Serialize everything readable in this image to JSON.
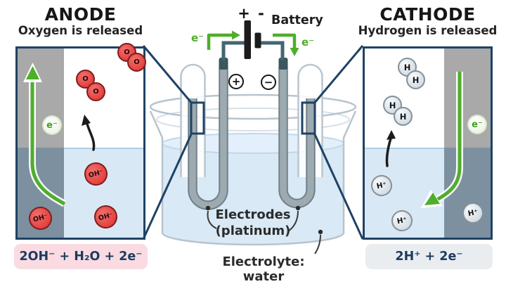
{
  "diagram": {
    "anode": {
      "title": "ANODE",
      "subtitle": "Oxygen is released",
      "electron": "e⁻",
      "formula": "2OH⁻ + H₂O + 2e⁻",
      "oxygen_atom": "O",
      "hydroxide_ion": "OH⁻"
    },
    "cathode": {
      "title": "CATHODE",
      "subtitle": "Hydrogen is released",
      "electron": "e⁻",
      "formula": "2H⁺ + 2e⁻",
      "hydrogen_atom": "H",
      "hydrogen_ion": "H⁺"
    },
    "battery": {
      "label": "Battery",
      "polarity": "+ -",
      "electron_left": "e⁻",
      "electron_right": "e⁻",
      "positive_terminal": "+",
      "negative_terminal": "−"
    },
    "labels": {
      "electrodes_line1": "Electrodes",
      "electrodes_line2": "(platinum)",
      "electrolyte": "Electrolyte: water"
    },
    "colors": {
      "accent_green": "#4fae2a",
      "panel_border_navy": "#1f4264",
      "oxygen_red": "#e6413f",
      "hydrogen_gray": "#dbe2e8",
      "water_blue": "#d8e8f4",
      "electrode_strip_gray": "#a9a9a9",
      "submerged_strip": "#7c90a0",
      "anode_formula_bg": "#f9dbe1",
      "cathode_formula_bg": "#e9edf0"
    }
  }
}
